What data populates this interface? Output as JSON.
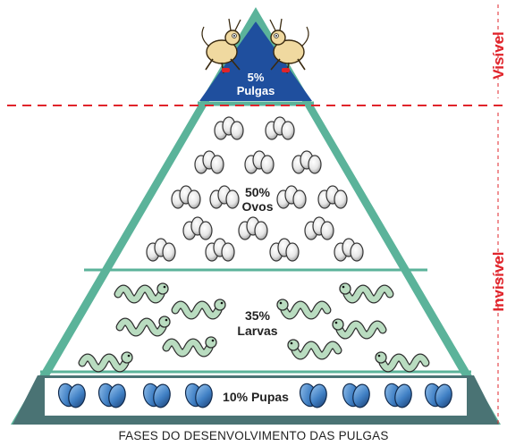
{
  "side_labels": {
    "top": "Visível",
    "bottom": "Invisível"
  },
  "pyramid": {
    "top": {
      "percent": "5%",
      "name": "Pulgas"
    },
    "eggs": {
      "percent": "50%",
      "name": "Ovos"
    },
    "larvae": {
      "percent": "35%",
      "name": "Larvas"
    },
    "pupae": {
      "text": "10% Pupas"
    }
  },
  "caption": "FASES DO DESENVOLVIMENTO DAS PULGAS",
  "colors": {
    "frame": "#5bb39a",
    "top_fill": "#1f4f9e",
    "bottom_fill": "#4a7374",
    "dashed": "#e0242b",
    "side_text": "#e0242b",
    "larva": "#b9dcc0",
    "pupa": "#3f7fc4"
  },
  "icons": [
    "flea-icon",
    "egg-cluster-icon",
    "larva-icon",
    "pupa-icon"
  ]
}
